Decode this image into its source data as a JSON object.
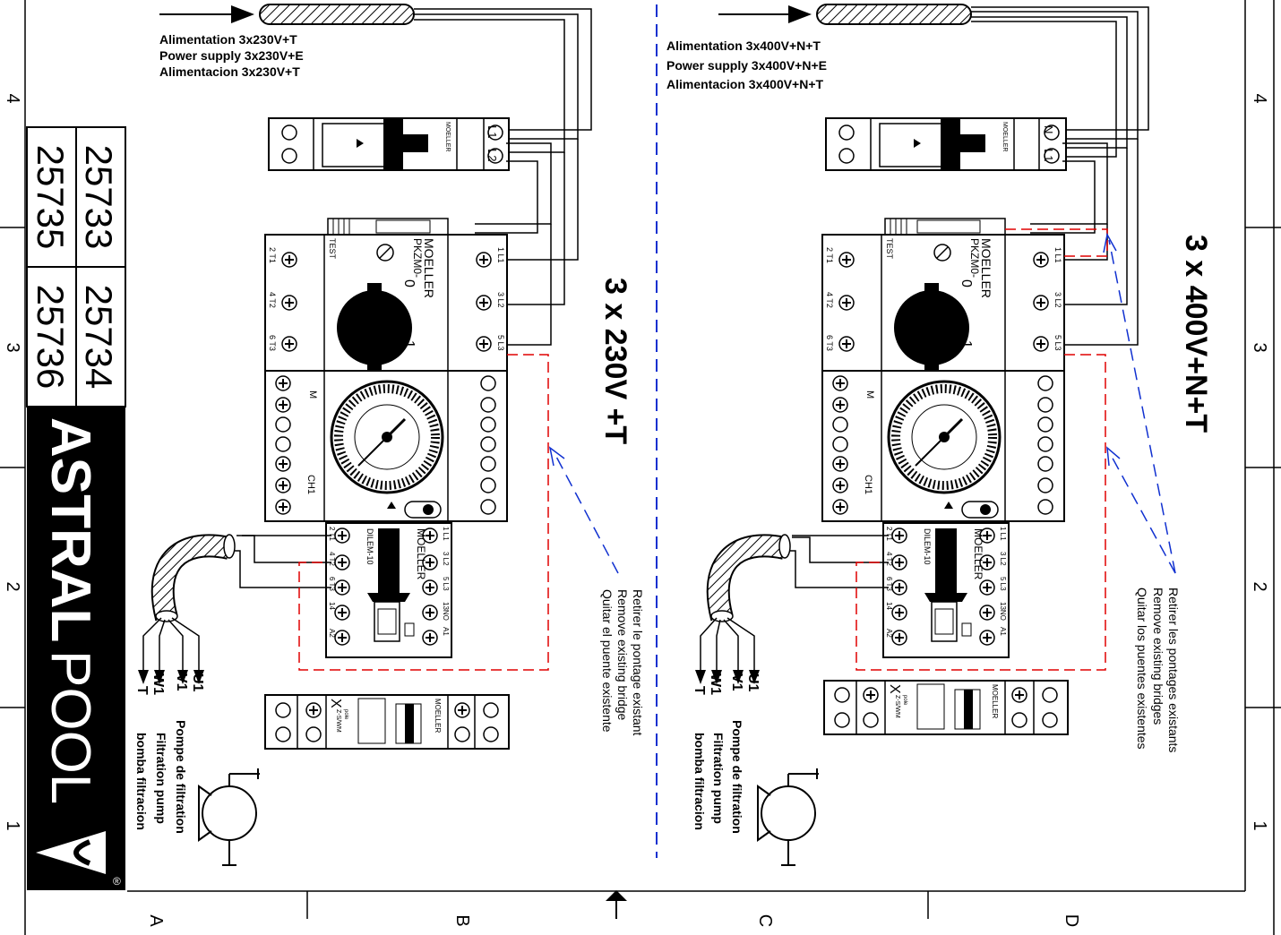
{
  "border": {
    "left_numbers": [
      "4",
      "3",
      "2",
      "1"
    ],
    "right_numbers": [
      "4",
      "3",
      "2",
      "1"
    ],
    "bottom_letters": [
      "A",
      "B",
      "C",
      "D"
    ]
  },
  "title_block": {
    "refs": [
      "25733",
      "25734",
      "25735",
      "25736"
    ],
    "brand_bold": "ASTRAL",
    "brand_light": "POOL",
    "registered": "®"
  },
  "left": {
    "supply": [
      "Alimentation 3x230V+T",
      "Power supply 3x230V+E",
      "Alimentacion 3x230V+T"
    ],
    "voltage": "3 x 230V +T",
    "breaker_terms": [
      "L1",
      "L2"
    ],
    "bridge_note": [
      "Retirer le pontage existant",
      "Remove existing bridge",
      "Quitar el puente existente"
    ],
    "motor_labels": [
      "U1",
      "V1",
      "W1",
      "T"
    ],
    "pump": [
      "Pompe de filtration",
      "Filtration pump",
      "bomba filtracion"
    ]
  },
  "right": {
    "supply": [
      "Alimentation 3x400V+N+T",
      "Power supply 3x400V+N+E",
      "Alimentacion 3x400V+N+T"
    ],
    "voltage": "3 x 400V+N+T",
    "breaker_terms": [
      "N",
      "L1"
    ],
    "bridge_note": [
      "Retirer les pontages existants",
      "Remove existing bridges",
      "Quitar los puentes existentes"
    ],
    "motor_labels": [
      "U1",
      "V1",
      "W1",
      "T"
    ],
    "pump": [
      "Pompe de filtration",
      "Filtration pump",
      "bomba filtracion"
    ]
  },
  "components": {
    "brand": "MOELLER",
    "pkzm": "PKZM0-",
    "test": "TEST",
    "pkzm_top": [
      "1 L1",
      "3 L2",
      "5 L3"
    ],
    "pkzm_bottom": [
      "2 T1",
      "4 T2",
      "6 T3"
    ],
    "pkzm_zero": "0",
    "pkzm_one": "1",
    "timer_ch": "CH1",
    "timer_m": "M",
    "dilem": "DILEM-10",
    "dilem_top": [
      "1 L1",
      "3 L2",
      "5 L3",
      "13NO",
      "A1"
    ],
    "dilem_bottom": [
      "2 T1",
      "4 T2",
      "6 T3",
      "14",
      "A2"
    ],
    "small_switch": "Z-S/WM",
    "small_x": "X",
    "small_pole": "pole"
  },
  "colors": {
    "red_dash": "#e00000",
    "blue_dash": "#1030d0",
    "black": "#000000"
  }
}
